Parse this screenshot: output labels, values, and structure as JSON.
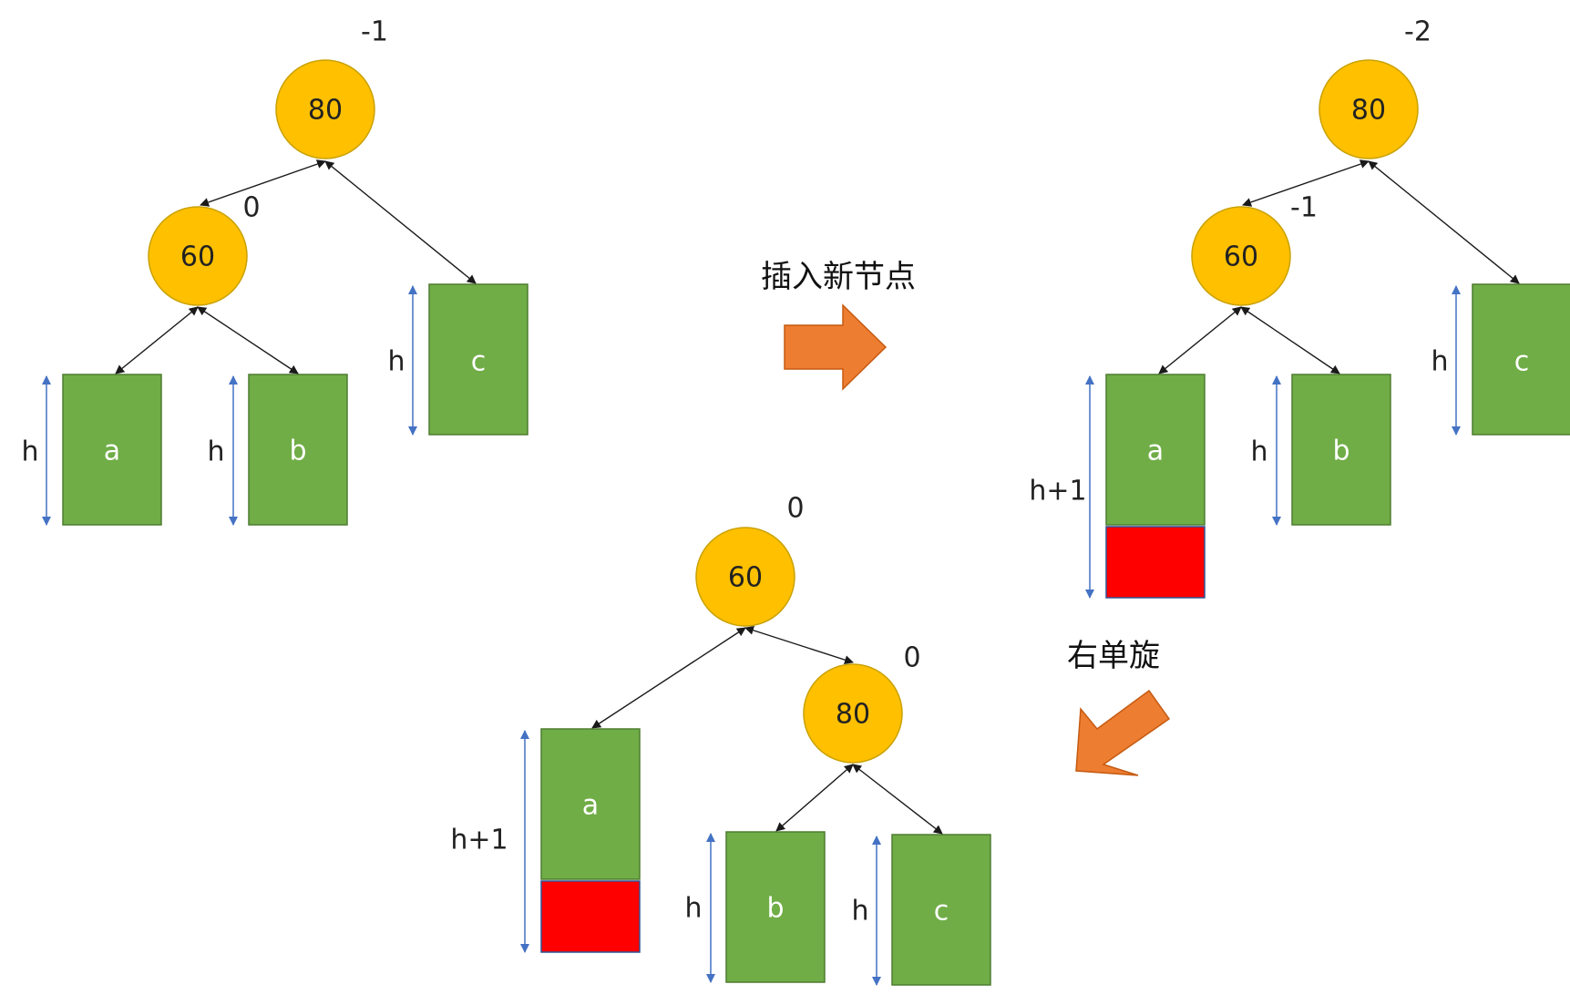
{
  "colors": {
    "node_fill": "#FFC000",
    "subtree_fill": "#70AD47",
    "new_node_fill": "#FF0000",
    "arrow_fill": "#ED7D31",
    "height_line": "#4472C4"
  },
  "steps": {
    "insert_label": "插入新节点",
    "rotate_label": "右单旋"
  },
  "before": {
    "root": {
      "value": "80",
      "bf": "-1"
    },
    "left": {
      "value": "60",
      "bf": "0"
    },
    "subtrees": {
      "a": {
        "label": "a",
        "height": "h"
      },
      "b": {
        "label": "b",
        "height": "h"
      },
      "c": {
        "label": "c",
        "height": "h"
      }
    }
  },
  "after_insert": {
    "root": {
      "value": "80",
      "bf": "-2"
    },
    "left": {
      "value": "60",
      "bf": "-1"
    },
    "subtrees": {
      "a": {
        "label": "a",
        "height": "h+1"
      },
      "b": {
        "label": "b",
        "height": "h"
      },
      "c": {
        "label": "c",
        "height": "h"
      }
    }
  },
  "after_rotate": {
    "root": {
      "value": "60",
      "bf": "0"
    },
    "right": {
      "value": "80",
      "bf": "0"
    },
    "subtrees": {
      "a": {
        "label": "a",
        "height": "h+1"
      },
      "b": {
        "label": "b",
        "height": "h"
      },
      "c": {
        "label": "c",
        "height": "h"
      }
    }
  }
}
